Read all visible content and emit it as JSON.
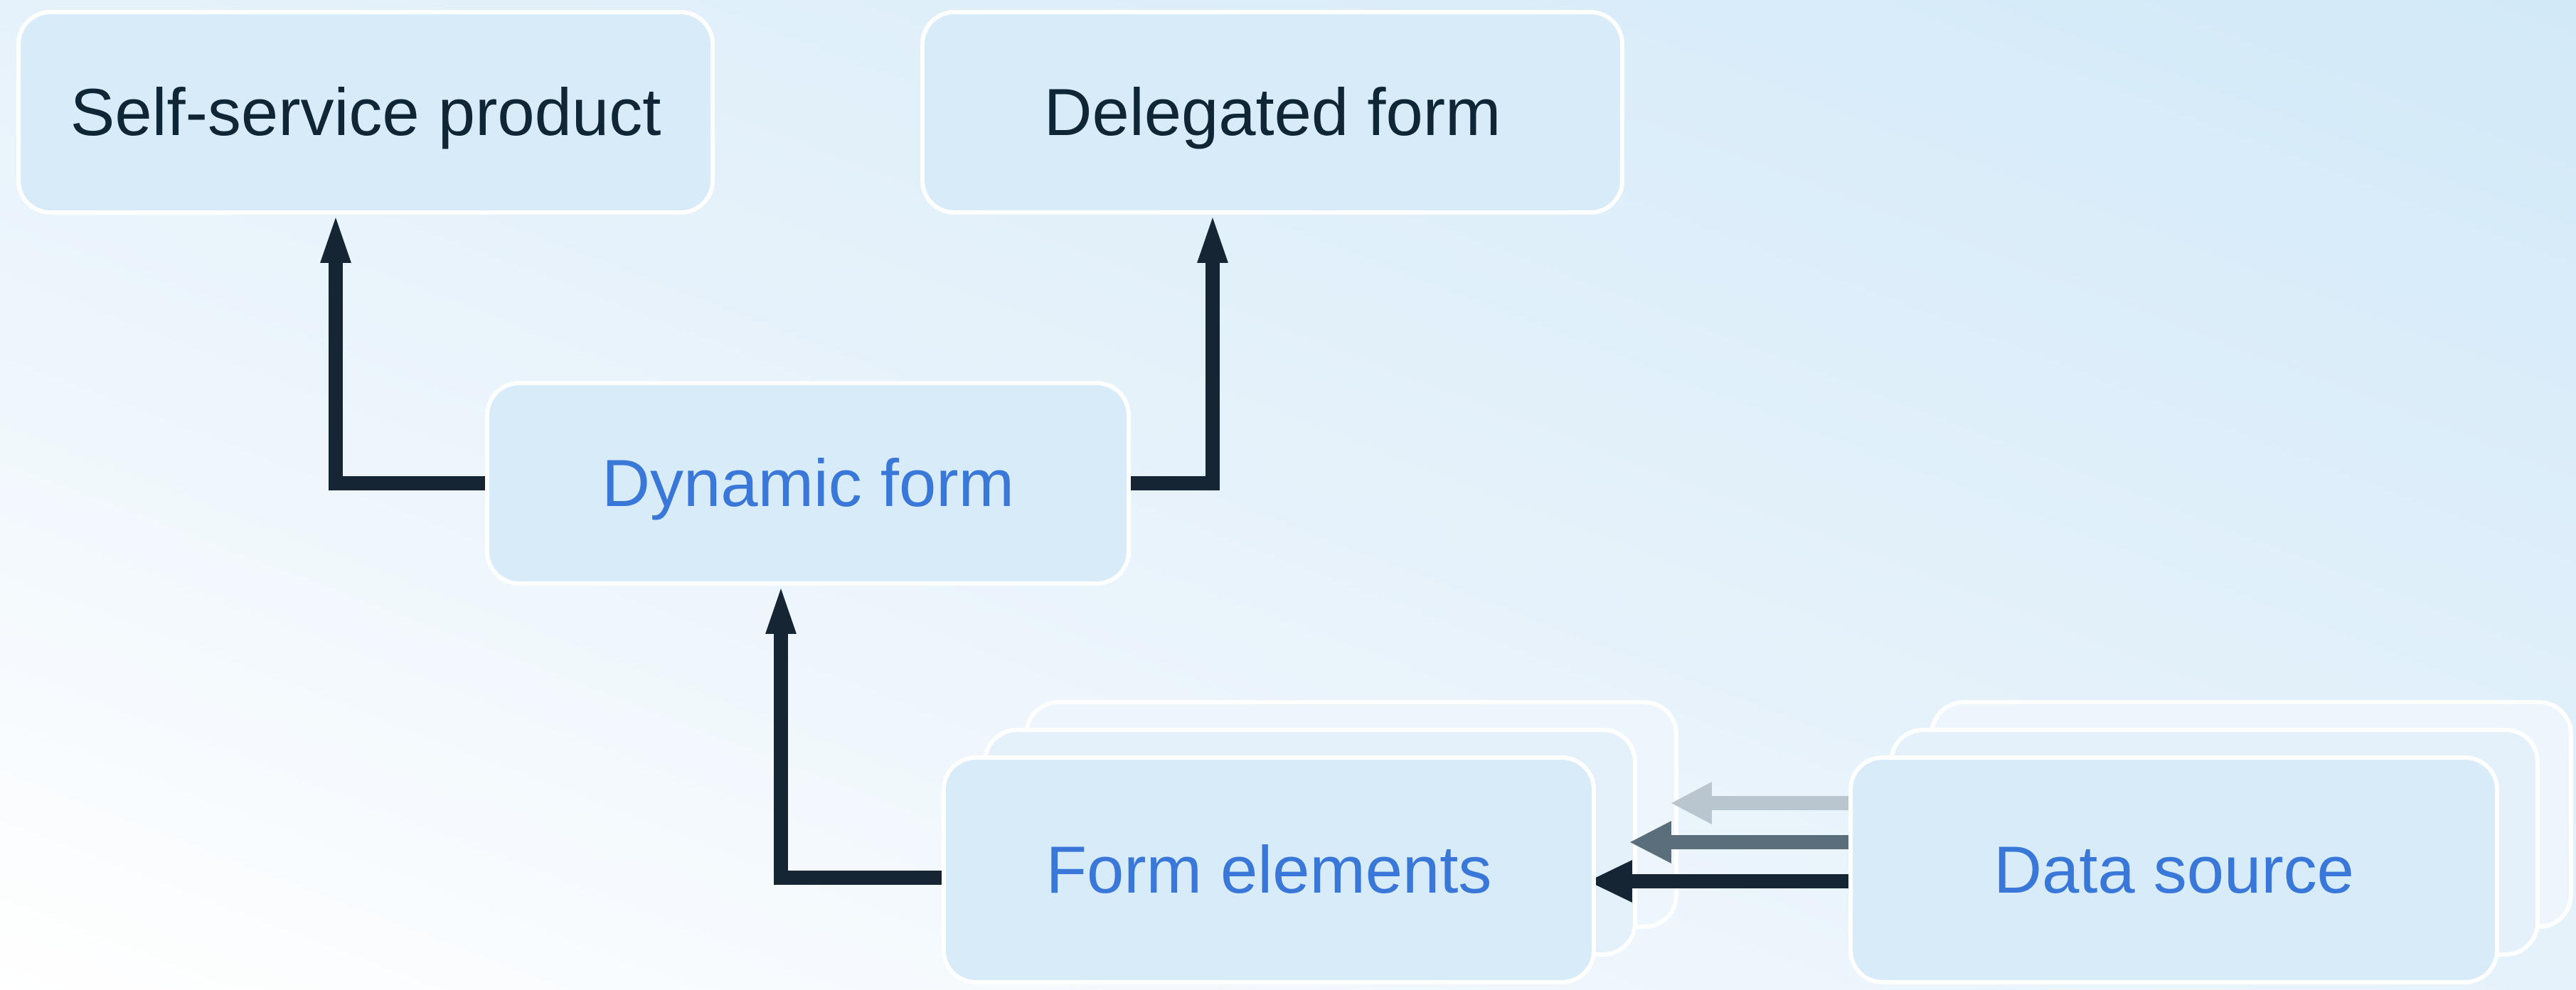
{
  "diagram": {
    "type": "flowchart",
    "nodes": [
      {
        "id": "self-service-product",
        "label": "Self-service product",
        "text_style": "dark",
        "stacked": false
      },
      {
        "id": "delegated-form",
        "label": "Delegated form",
        "text_style": "dark",
        "stacked": false
      },
      {
        "id": "dynamic-form",
        "label": "Dynamic form",
        "text_style": "blue",
        "stacked": false
      },
      {
        "id": "form-elements",
        "label": "Form elements",
        "text_style": "blue",
        "stacked": true,
        "stack_count": 3
      },
      {
        "id": "data-source",
        "label": "Data source",
        "text_style": "blue",
        "stacked": true,
        "stack_count": 3
      }
    ],
    "edges": [
      {
        "from": "dynamic-form",
        "to": "self-service-product",
        "type": "elbow-up",
        "color": "#152533"
      },
      {
        "from": "dynamic-form",
        "to": "delegated-form",
        "type": "elbow-up",
        "color": "#152533"
      },
      {
        "from": "form-elements",
        "to": "dynamic-form",
        "type": "elbow-up",
        "color": "#152533"
      },
      {
        "from": "data-source",
        "to": "form-elements",
        "type": "straight-left",
        "color": "#b9c5cf",
        "layer": "back"
      },
      {
        "from": "data-source",
        "to": "form-elements",
        "type": "straight-left",
        "color": "#5b6e7c",
        "layer": "middle"
      },
      {
        "from": "data-source",
        "to": "form-elements",
        "type": "straight-left",
        "color": "#152533",
        "layer": "front"
      }
    ],
    "colors": {
      "bg_start": "#ffffff",
      "bg_mid": "#e8f3fb",
      "bg_end": "#d2e9f8",
      "box_fill": "#d7ebf9",
      "box_fill_mid": "#e4f1fb",
      "box_fill_back": "#edf6fd",
      "box_border": "#ffffff",
      "dark_text": "#0f2636",
      "blue_text": "#3978d8",
      "arrow_dark": "#152533",
      "arrow_gray": "#5b6e7c",
      "arrow_light": "#b9c5cf"
    }
  }
}
